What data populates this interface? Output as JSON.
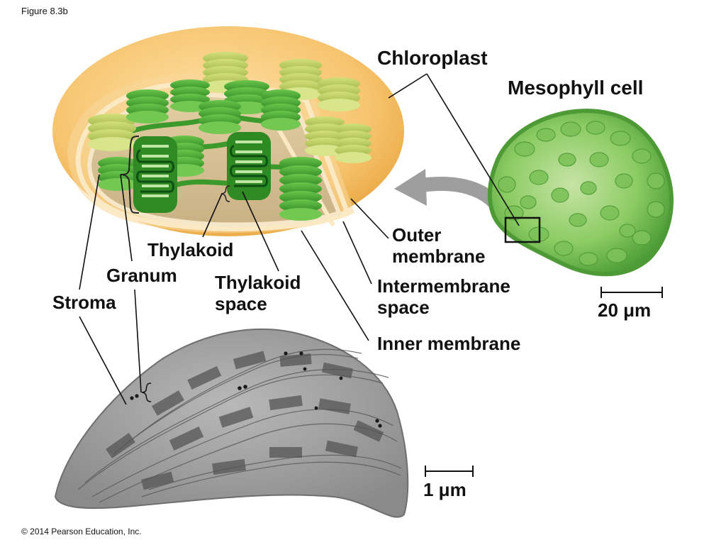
{
  "figure_label": "Figure 8.3b",
  "copyright": "© 2014 Pearson Education, Inc.",
  "labels": {
    "chloroplast": "Chloroplast",
    "mesophyll_cell": "Mesophyll cell",
    "outer_membrane_1": "Outer",
    "outer_membrane_2": "membrane",
    "intermembrane_1": "Intermembrane",
    "intermembrane_2": "space",
    "inner_membrane": "Inner membrane",
    "thylakoid": "Thylakoid",
    "granum": "Granum",
    "thylakoid_space_1": "Thylakoid",
    "thylakoid_space_2": "space",
    "stroma": "Stroma"
  },
  "scale_bars": {
    "cell": "20 μm",
    "micrograph": "1 μm"
  },
  "colors": {
    "outer_membrane": "#f3b65a",
    "grana_green": "#43a532",
    "grana_light": "#b9cf5c",
    "cell_green": "#7ec45a",
    "micrograph_gray": "#9c9c9c"
  }
}
